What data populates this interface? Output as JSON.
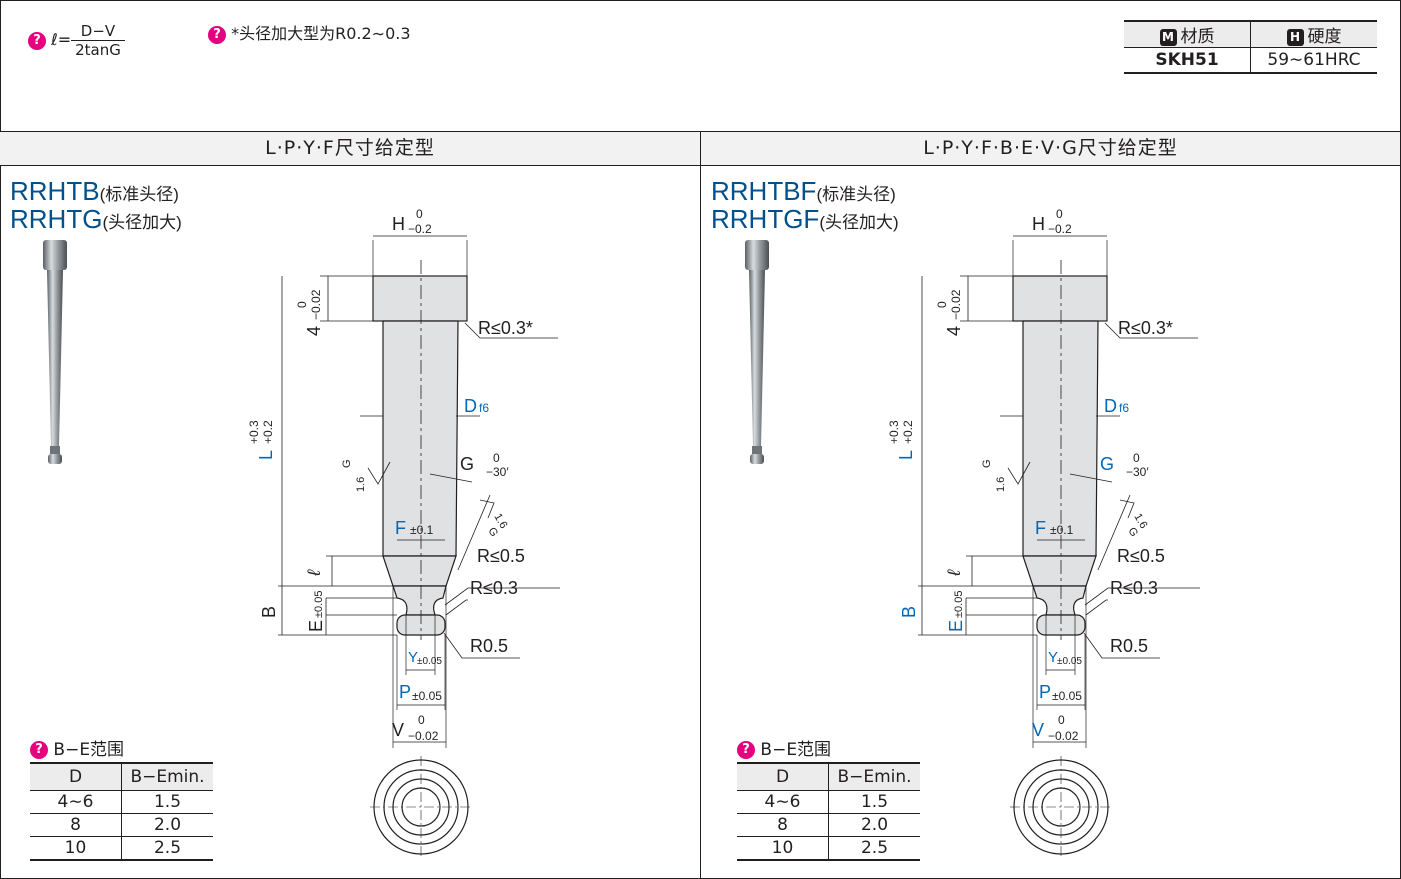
{
  "notes": {
    "formula_left": "ℓ=",
    "formula_num": "D−V",
    "formula_den": "2tanG",
    "head_note": "*头径加大型为R0.2∼0.3"
  },
  "material_table": {
    "col1_icon": "M",
    "col1_label": "材质",
    "col2_icon": "H",
    "col2_label": "硬度",
    "material": "SKH51",
    "hardness": "59∼61HRC"
  },
  "left_panel": {
    "header": "L·P·Y·F尺寸给定型",
    "title1": "RRHTB",
    "title1_note": "(标准头径)",
    "title2": "RRHTG",
    "title2_note": "(头径加大)"
  },
  "right_panel": {
    "header": "L·P·Y·F·B·E·V·G尺寸给定型",
    "title1": "RRHTBF",
    "title1_note": "(标准头径)",
    "title2": "RRHTGF",
    "title2_note": "(头径加大)"
  },
  "range": {
    "caption": "B−E范围",
    "col_d": "D",
    "col_be": "B−Emin.",
    "rows": [
      {
        "d": "4∼6",
        "be": "1.5"
      },
      {
        "d": "8",
        "be": "2.0"
      },
      {
        "d": "10",
        "be": "2.5"
      }
    ]
  },
  "drawing": {
    "H": "H",
    "H_tol_up": "0",
    "H_tol_dn": "−0.2",
    "head_t": "4",
    "head_t_tol_up": "0",
    "head_t_tol_dn": "−0.02",
    "r_head": "R≤0.3*",
    "D": "D",
    "D_tol": "f6",
    "L": "L",
    "L_tol_up": "+0.3",
    "L_tol_dn": "+0.2",
    "G": "G",
    "G_tol_up": "0",
    "G_tol_dn": "−30′",
    "rough_val": "1.6",
    "rough_sym": "G",
    "F": "F",
    "F_tol": "±0.1",
    "r1": "R≤0.5",
    "r2": "R≤0.3",
    "r3": "R0.5",
    "ell": "ℓ",
    "B": "B",
    "E": "E",
    "E_tol": "±0.05",
    "Y": "Y",
    "Y_tol": "±0.05",
    "P": "P",
    "P_tol": "±0.05",
    "V": "V",
    "V_tol_up": "0",
    "V_tol_dn": "−0.02"
  },
  "colors": {
    "accent_blue": "#0068b7",
    "title_blue": "#00508c",
    "note_pink": "#e4007f"
  }
}
